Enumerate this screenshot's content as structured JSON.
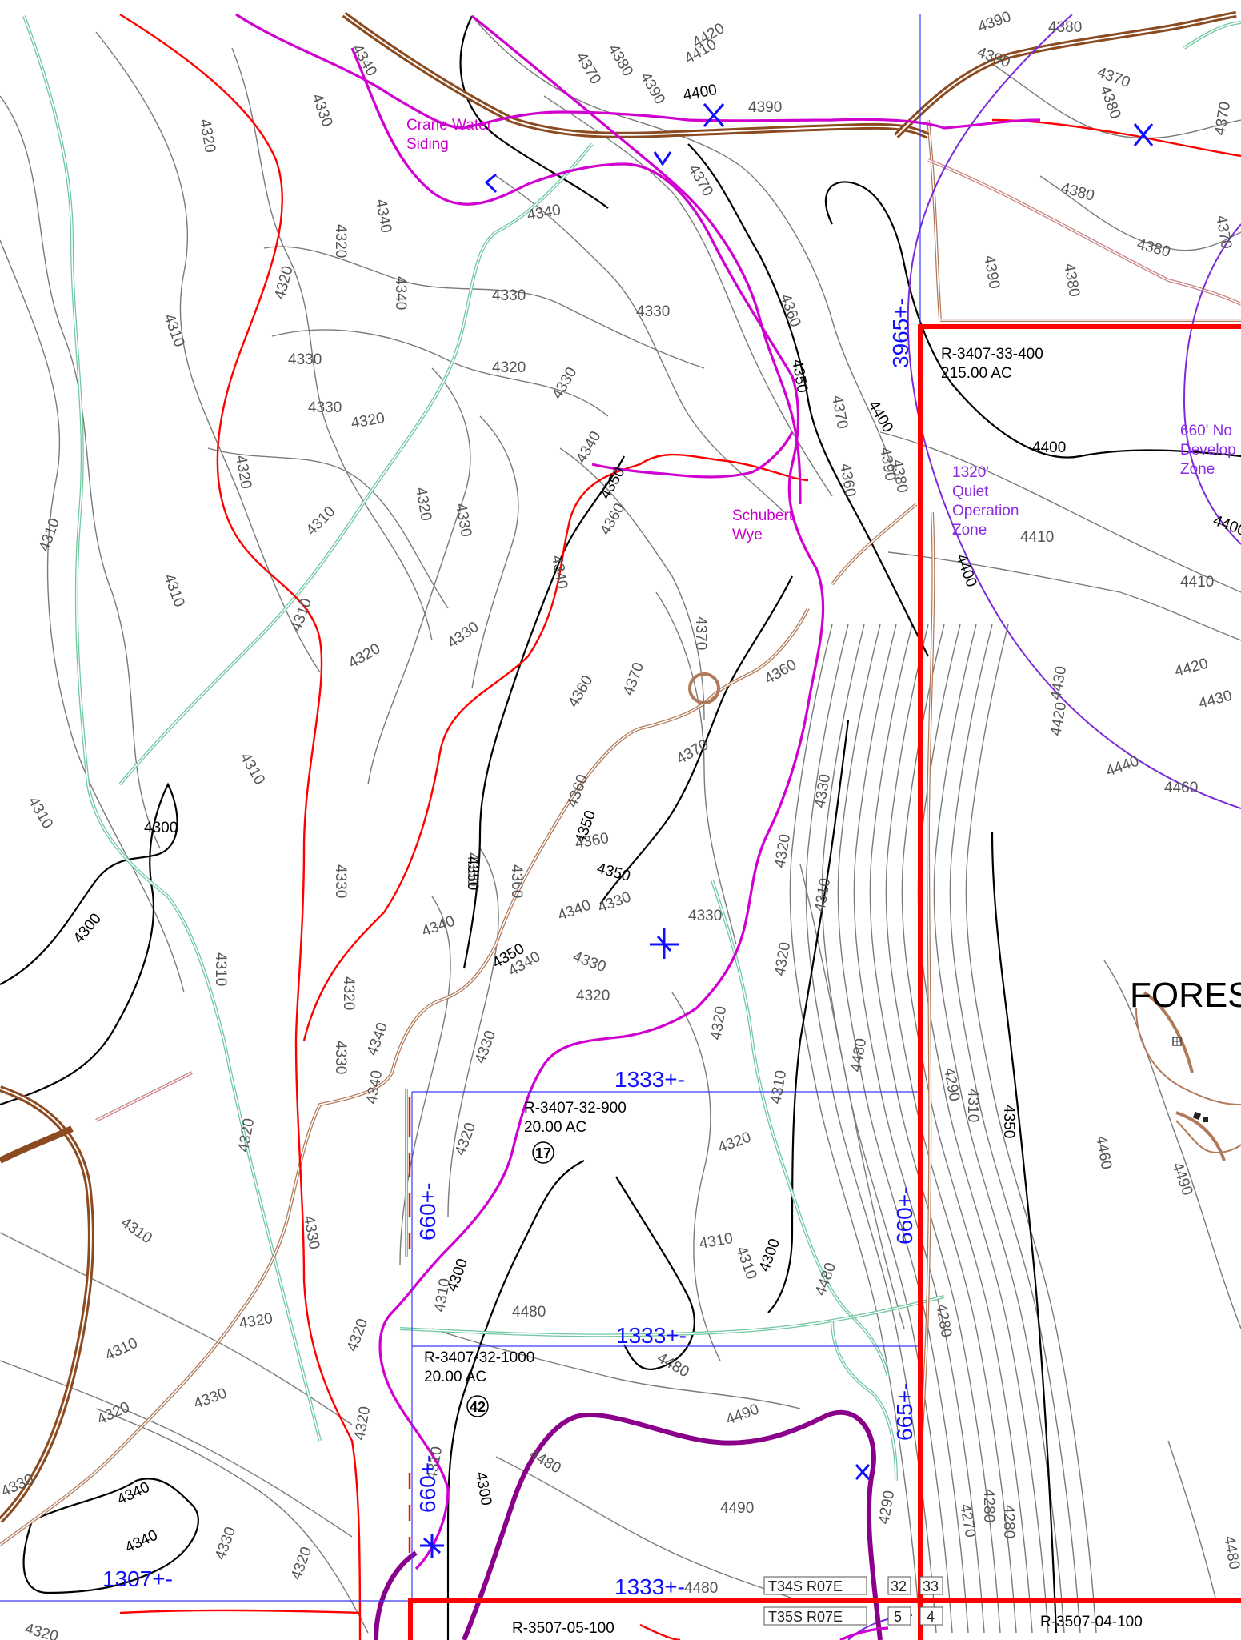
{
  "place_labels": {
    "crane_line1": "Crane Water",
    "crane_line2": "Siding",
    "schubert_line1": "Schubert",
    "schubert_line2": "Wye",
    "forest": "FORES"
  },
  "zone_labels": {
    "quiet_line1": "1320'",
    "quiet_line2": "Quiet",
    "quiet_line3": "Operation",
    "quiet_line4": "Zone",
    "nodev_line1": "660' No",
    "nodev_line2": "Develop",
    "nodev_line3": "Zone"
  },
  "parcels": {
    "p400_id": "R-3407-33-400",
    "p400_area": "215.00 AC",
    "p900_id": "R-3407-32-900",
    "p900_area": "20.00 AC",
    "p900_num": "17",
    "p1000_id": "R-3407-32-1000",
    "p1000_area": "20.00 AC",
    "p1000_num": "42",
    "p05_id": "R-3507-05-100",
    "p04_id": "R-3507-04-100"
  },
  "dimensions": {
    "d3965": "3965+-",
    "d1333_a": "1333+-",
    "d1333_b": "1333+-",
    "d1333_c": "1333+-",
    "d660_a": "660+-",
    "d660_b": "660+-",
    "d660_c": "660+-",
    "d665": "665+-",
    "d1307": "1307+-"
  },
  "township": {
    "t34": "T34S R07E",
    "t35": "T35S R07E",
    "s32": "32",
    "s33": "33",
    "s5": "5",
    "s4": "4"
  },
  "contour_labels": [
    "4320",
    "4330",
    "4340",
    "4310",
    "4300",
    "4350",
    "4360",
    "4370",
    "4380",
    "4390",
    "4400",
    "4410",
    "4420",
    "4430",
    "4440",
    "4460",
    "4480",
    "4490",
    "4290",
    "4280",
    "4270"
  ],
  "colors": {
    "rail": "#d000d0",
    "rail_bold": "#8a008a",
    "boundary": "#ff0000",
    "road": "#8b4a1f",
    "stream": "#6fc7a0",
    "parcel_line": "#3a3aff",
    "buffer_zone": "#7b2bd9"
  }
}
